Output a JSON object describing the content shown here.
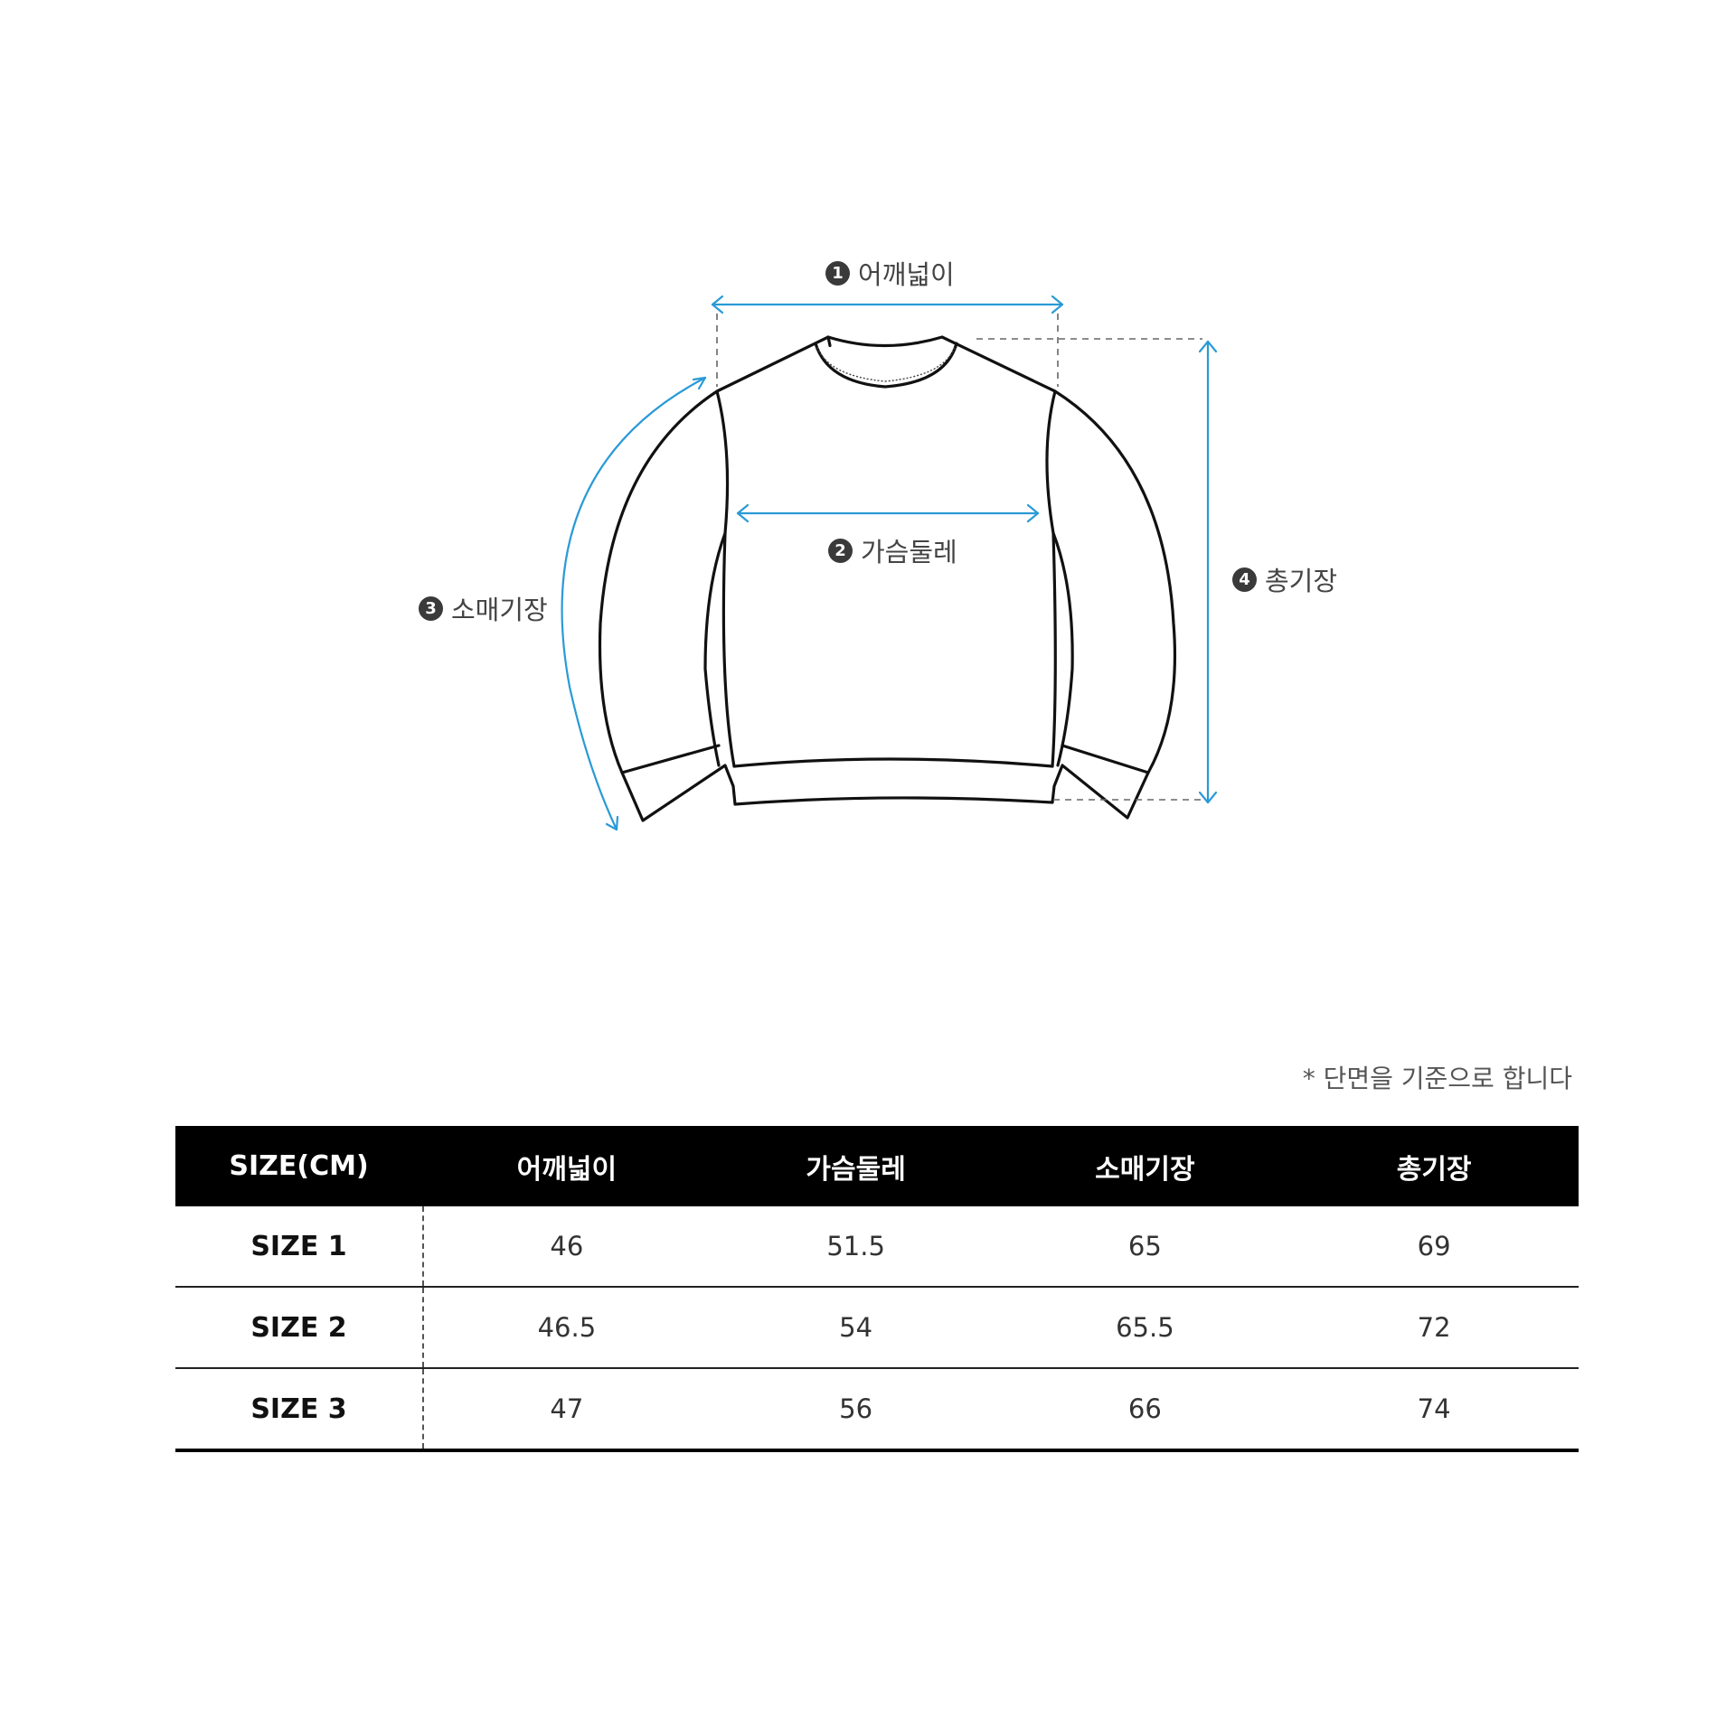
{
  "measurements": [
    {
      "num": "1",
      "label": "어깨넓이"
    },
    {
      "num": "2",
      "label": "가슴둘레"
    },
    {
      "num": "3",
      "label": "소매기장"
    },
    {
      "num": "4",
      "label": "총기장"
    }
  ],
  "note": "* 단면을 기준으로 합니다",
  "table": {
    "headers": [
      "SIZE(CM)",
      "어깨넓이",
      "가슴둘레",
      "소매기장",
      "총기장"
    ],
    "rows": [
      {
        "size": "SIZE 1",
        "values": [
          "46",
          "51.5",
          "65",
          "69"
        ]
      },
      {
        "size": "SIZE 2",
        "values": [
          "46.5",
          "54",
          "65.5",
          "72"
        ]
      },
      {
        "size": "SIZE 3",
        "values": [
          "47",
          "56",
          "66",
          "74"
        ]
      }
    ]
  },
  "colors": {
    "measure_line": "#2a9ad6",
    "outline": "#111111",
    "header_bg": "#000000"
  }
}
